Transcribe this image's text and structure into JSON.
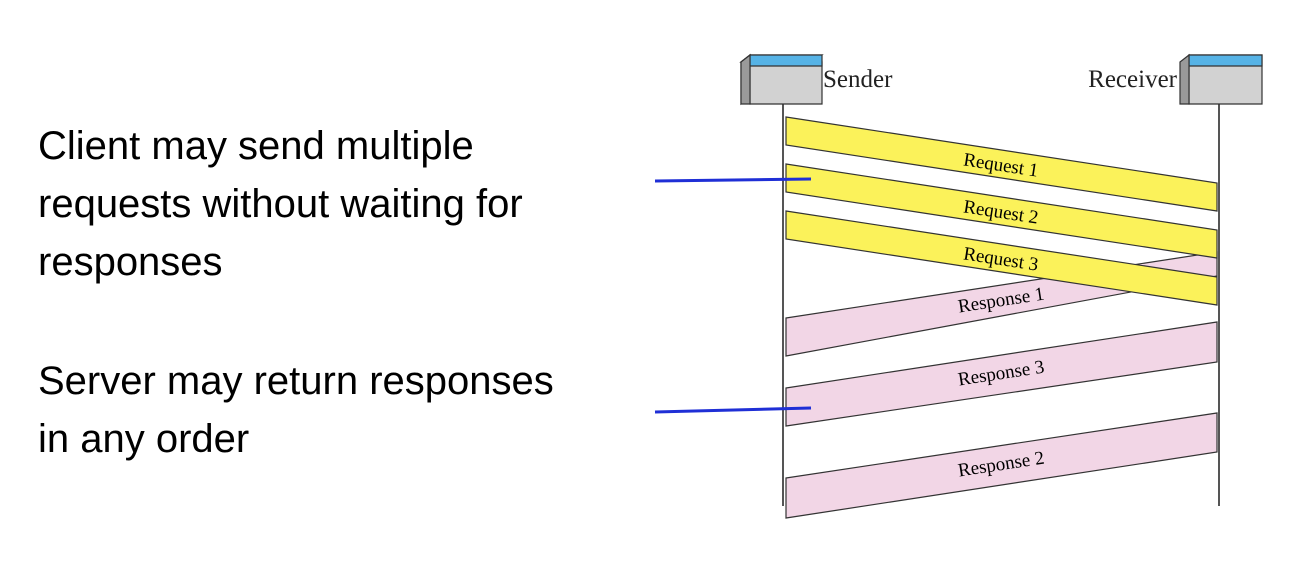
{
  "captions": {
    "pipelining": [
      "Client may send multiple",
      "requests without waiting for",
      "responses"
    ],
    "ordering": [
      "Server may return responses",
      "in any order"
    ]
  },
  "nodes": {
    "sender": "Sender",
    "receiver": "Receiver"
  },
  "messages": {
    "request_1": "Request 1",
    "request_2": "Request 2",
    "request_3": "Request 3",
    "response_1": "Response 1",
    "response_3": "Response 3",
    "response_2": "Response 2"
  },
  "colors": {
    "request_fill": "#fbf25a",
    "response_fill": "#f2d6e6",
    "pointer_line": "#1f2fd6",
    "node_top": "#56b3e6",
    "node_body": "#d2d2d2",
    "lifeline": "#555555"
  }
}
